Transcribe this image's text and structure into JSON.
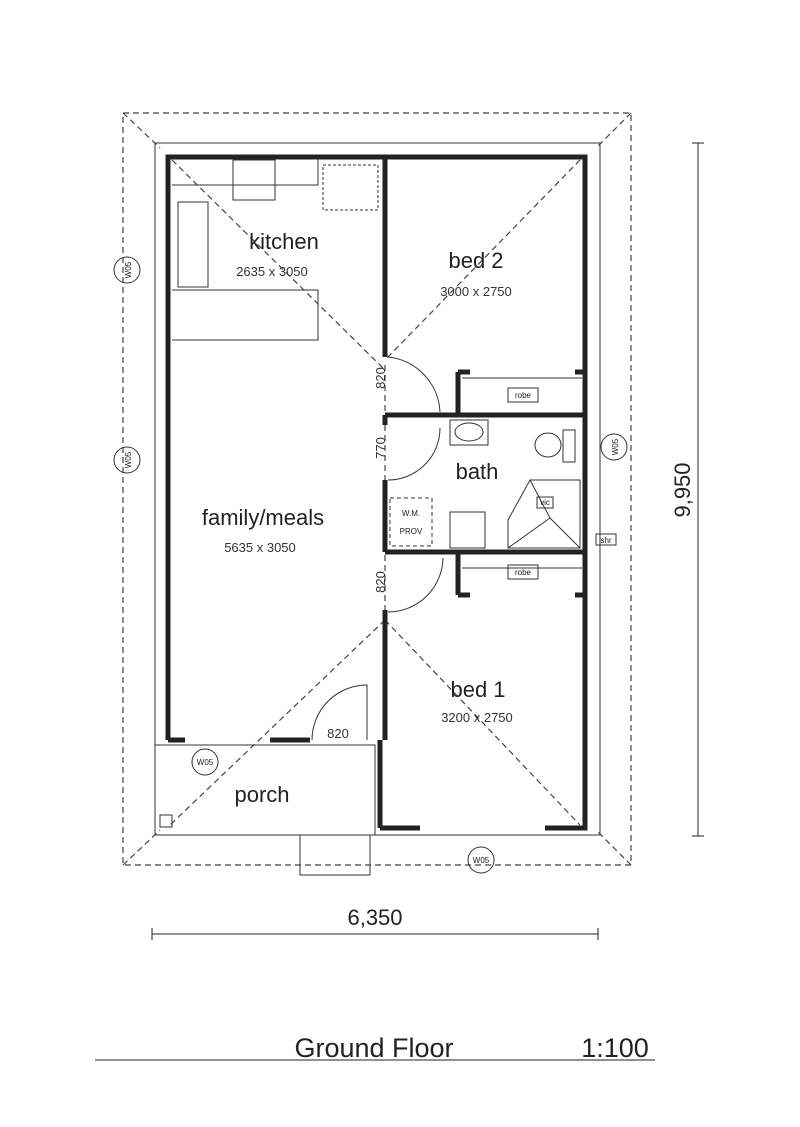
{
  "rooms": {
    "kitchen": {
      "name": "kitchen",
      "size": "2635 x 3050"
    },
    "bed2": {
      "name": "bed 2",
      "size": "3000 x 2750"
    },
    "family": {
      "name": "family/meals",
      "size": "5635 x 3050"
    },
    "bath": {
      "name": "bath"
    },
    "bed1": {
      "name": "bed 1",
      "size": "3200 x 2750"
    },
    "porch": {
      "name": "porch"
    }
  },
  "doors": {
    "bed2": "820",
    "bath": "770",
    "bed1": "820",
    "entry": "820"
  },
  "fixtures": {
    "robe_top": "robe",
    "robe_bottom": "robe",
    "wm": [
      "W.M.",
      "PROV"
    ],
    "shr": "shr",
    "vic": "vic"
  },
  "windows": {
    "label": "W05"
  },
  "dimensions": {
    "height": "9,950",
    "width": "6,350"
  },
  "title": {
    "name": "Ground Floor",
    "scale": "1:100"
  }
}
